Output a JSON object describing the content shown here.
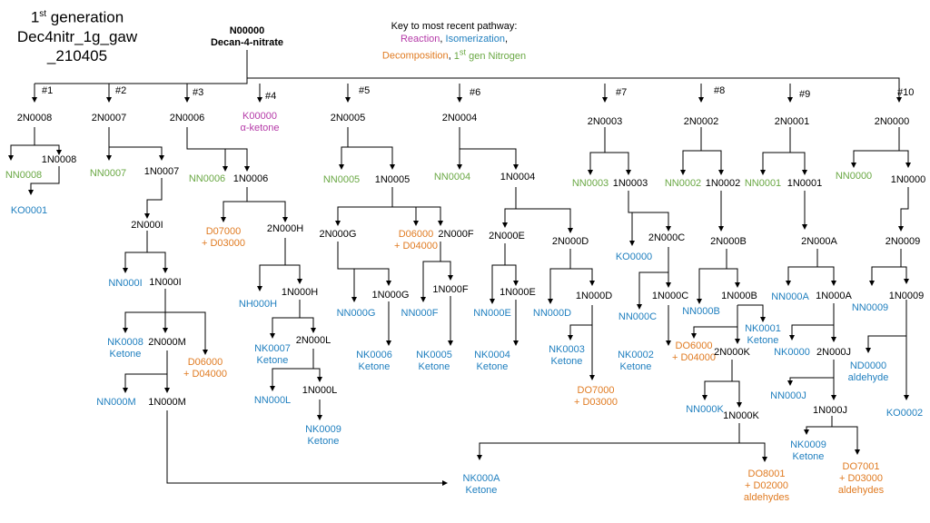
{
  "title": {
    "line1_prefix": "1",
    "line1_sup": "st",
    "line1_suffix": " generation",
    "line2": "Dec4nitr_1g_gaw",
    "line3": "_210405"
  },
  "root": {
    "id": "N00000",
    "name": "Decan-4-nitrate"
  },
  "key": {
    "heading": "Key to most recent pathway:",
    "reaction": "Reaction",
    "sep1": ", ",
    "isomerization": "Isomerization",
    "sep2": ",",
    "decomposition": "Decomposition",
    "sep3": ", ",
    "nitrogen_prefix": "1",
    "nitrogen_sup": "st",
    "nitrogen_suffix": " gen Nitrogen",
    "colors": {
      "reaction": "#b53aa8",
      "isomerization": "#1f7fbf",
      "decomposition": "#e07b22",
      "nitrogen": "#6aa844",
      "default": "#000000"
    }
  },
  "pathways": [
    "#1",
    "#2",
    "#3",
    "#4",
    "#5",
    "#6",
    "#7",
    "#8",
    "#9",
    "#10"
  ],
  "nodes": {
    "p1_top": "2N0008",
    "p1_nn": "NN0008",
    "p1_1n": "1N0008",
    "p1_ko": "KO0001",
    "p2_top": "2N0007",
    "p2_nn": "NN0007",
    "p2_1n": "1N0007",
    "p2_2ni": "2N000I",
    "p2_nni": "NN000I",
    "p2_1ni": "1N000I",
    "p2_nk": "NK0008",
    "p2_nk_sub": "Ketone",
    "p2_2nm": "2N000M",
    "p2_d": "D06000",
    "p2_d_sub": "+ D04000",
    "p2_nnm": "NN000M",
    "p2_1nm": "1N000M",
    "p3_top": "2N0006",
    "p3_nn": "NN0006",
    "p3_1n": "1N0006",
    "p3_d": "D07000",
    "p3_d_sub": "+ D03000",
    "p3_2nh": "2N000H",
    "p3_nnh": "NH000H",
    "p3_1nh": "1N000H",
    "p3_nk": "NK0007",
    "p3_nk_sub": "Ketone",
    "p3_2nl": "2N000L",
    "p3_nnl": "NN000L",
    "p3_1nl": "1N000L",
    "p3_nk9": "NK0009",
    "p3_nk9_sub": "Ketone",
    "p4_top": "K00000",
    "p4_sub": "α-ketone",
    "p5_top": "2N0005",
    "p5_nn": "NN0005",
    "p5_1n": "1N0005",
    "p5_2ng": "2N000G",
    "p5_d": "D06000",
    "p5_d_sub": "+ D04000",
    "p5_2nf": "2N000F",
    "p5_nng": "NN000G",
    "p5_1ng": "1N000G",
    "p5_nnf": "NN000F",
    "p5_1nf": "1N000F",
    "p5_nk6": "NK0006",
    "p5_nk6_sub": "Ketone",
    "p5_nk5": "NK0005",
    "p5_nk5_sub": "Ketone",
    "p6_top": "2N0004",
    "p6_nn": "NN0004",
    "p6_1n": "1N0004",
    "p6_2ne": "2N000E",
    "p6_2nd": "2N000D",
    "p6_nne": "NN000E",
    "p6_1ne": "1N000E",
    "p6_nk4": "NK0004",
    "p6_nk4_sub": "Ketone",
    "p6_nnd": "NN000D",
    "p6_1nd": "1N000D",
    "p6_nk3": "NK0003",
    "p6_nk3_sub": "Ketone",
    "p6_do": "DO7000",
    "p6_do_sub": "+ D03000",
    "p7_top": "2N0003",
    "p7_nn": "NN0003",
    "p7_1n": "1N0003",
    "p7_ko": "KO0000",
    "p7_2nc": "2N000C",
    "p7_nnc": "NN000C",
    "p7_1nc": "1N000C",
    "p7_nk2": "NK0002",
    "p7_nk2_sub": "Ketone",
    "p8_top": "2N0002",
    "p8_nn": "NN0002",
    "p8_1n": "1N0002",
    "p8_2nb": "2N000B",
    "p8_nnb": "NN000B",
    "p8_1nb": "1N000B",
    "p8_do": "DO6000",
    "p8_do_sub": "+ D04000",
    "p8_nk1": "NK0001",
    "p8_nk1_sub": "Ketone",
    "p8_2nk": "2N000K",
    "p8_nnk": "NN000K",
    "p8_1nk": "1N000K",
    "p8_do8": "DO8001",
    "p8_do8_sub": "+ D02000",
    "p8_do8_sub2": "aldehydes",
    "p9_top": "2N0001",
    "p9_nn": "NN0001",
    "p9_1n": "1N0001",
    "p9_2na": "2N000A",
    "p9_nna": "NN000A",
    "p9_1na": "1N000A",
    "p9_nk0": "NK0000",
    "p9_2nj": "2N000J",
    "p9_nnj": "NN000J",
    "p9_1nj": "1N000J",
    "p9_nk9": "NK0009",
    "p9_nk9_sub": "Ketone",
    "p9_do7": "DO7001",
    "p9_do7_sub": "+ D03000",
    "p9_do7_sub2": "aldehydes",
    "p10_top": "2N0000",
    "p10_nn": "NN0000",
    "p10_1n": "1N0000",
    "p10_2n9": "2N0009",
    "p10_nn9": "NN0009",
    "p10_1n9": "1N0009",
    "p10_nd": "ND0000",
    "p10_nd_sub": "aldehyde",
    "p10_ko": "KO0002",
    "shared_nk": "NK000A",
    "shared_nk_sub": "Ketone"
  }
}
